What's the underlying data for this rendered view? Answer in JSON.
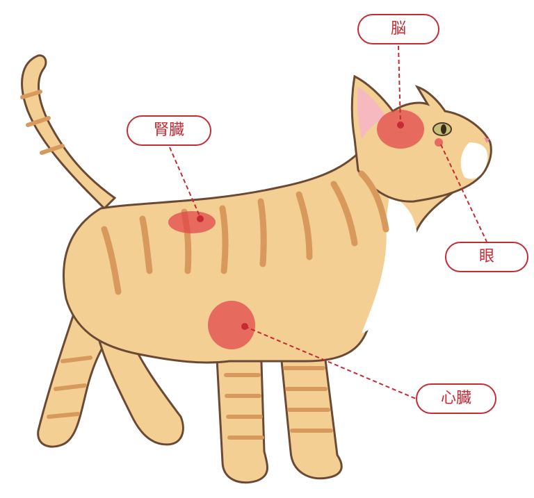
{
  "diagram": {
    "subject": "cat-anatomy",
    "accent_color": "#c62a33",
    "spot_color": "#e0424a",
    "fur_color": "#f3cf93",
    "stripe_color": "#d89a5c",
    "labels": {
      "brain": "脳",
      "kidney": "腎臓",
      "eye": "眼",
      "heart": "心臓"
    }
  }
}
